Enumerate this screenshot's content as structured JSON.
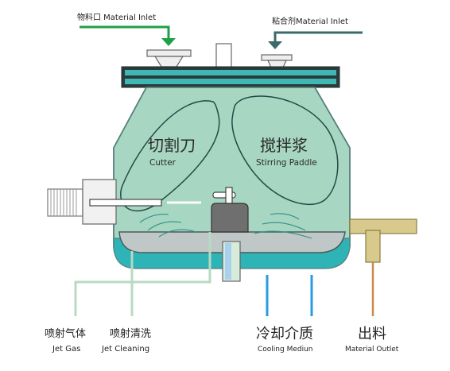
{
  "inlets": {
    "material_inlet": "物料口 Material Inlet",
    "binder_inlet": "粘合剂Material Inlet"
  },
  "internals": {
    "cutter_cn": "切割刀",
    "cutter_en": "Cutter",
    "paddle_cn": "搅拌浆",
    "paddle_en": "Stirring Paddle"
  },
  "outputs": {
    "jet_gas_cn": "喷射气体",
    "jet_gas_en": "Jet Gas",
    "jet_cleaning_cn": "喷射清洗",
    "jet_cleaning_en": "Jet Cleaning",
    "cooling_cn": "冷却介质",
    "cooling_en": "Cooling Mediun",
    "outlet_cn": "出料",
    "outlet_en": "Material Outlet"
  },
  "colors": {
    "material_arrow": "#1ea04a",
    "binder_arrow": "#3d6a6a",
    "vessel_body": "#a7d6c3",
    "vessel_edge": "#56807a",
    "lid_bar": "#3fb7b4",
    "jacket": "#2eb3b6",
    "cooling_pipe": "#2b9be0",
    "outlet_pipe": "#d7ca8c",
    "outlet_line": "#c98a4a",
    "jet_line": "#b7d9c4"
  }
}
